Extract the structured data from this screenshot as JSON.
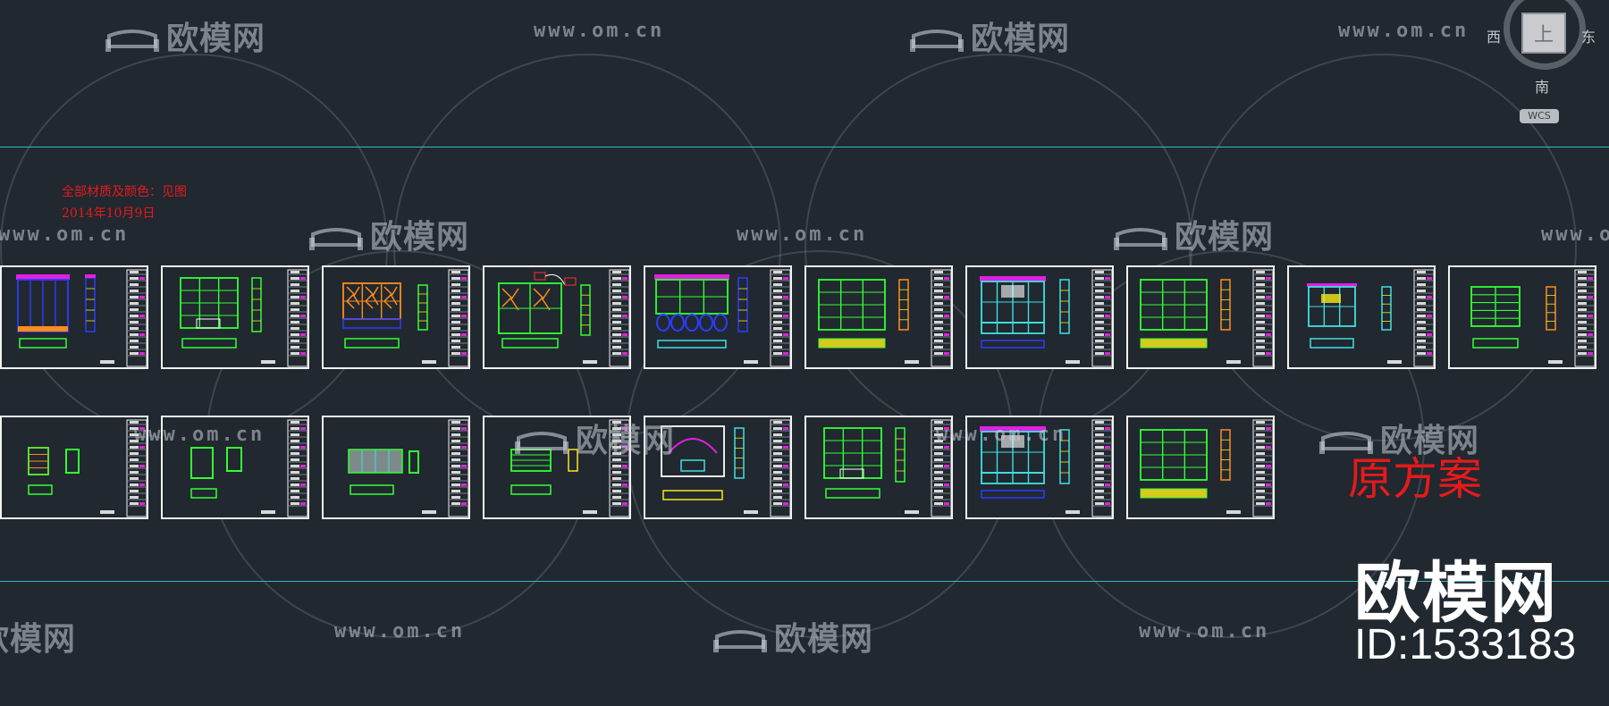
{
  "canvas": {
    "note_line1": "全部材质及颜色：见图",
    "note_line2": "2014年10月9日",
    "scheme_label": "原方案"
  },
  "watermark": {
    "brand": "欧模网",
    "url": "www.om.cn",
    "big_brand": "欧模网",
    "id_text": "ID:1533183"
  },
  "viewcube": {
    "face": "上",
    "west": "西",
    "east": "东",
    "south": "南",
    "coord_system": "WCS"
  },
  "sheets_row1": [
    {
      "variant": "tall-blue"
    },
    {
      "variant": "green-frame"
    },
    {
      "variant": "orange-lattice"
    },
    {
      "variant": "orange-green-lattice"
    },
    {
      "variant": "decorative-ovals"
    },
    {
      "variant": "green-shelves"
    },
    {
      "variant": "cyan-cabinet"
    },
    {
      "variant": "green-shelves"
    },
    {
      "variant": "cyan-small"
    },
    {
      "variant": "green-shelves-small"
    }
  ],
  "sheets_row2": [
    {
      "variant": "small-orange"
    },
    {
      "variant": "small-green"
    },
    {
      "variant": "small-grey"
    },
    {
      "variant": "small-green-drawers"
    },
    {
      "variant": "white-arch"
    },
    {
      "variant": "green-frame"
    },
    {
      "variant": "cyan-cabinet"
    },
    {
      "variant": "green-shelves"
    }
  ],
  "colors": {
    "background": "#212830",
    "guide": "#36b7bf",
    "annotation_red": "#e51a1a",
    "cad_green": "#32ff32",
    "cad_blue": "#2b3cff",
    "cad_cyan": "#3fe0e0",
    "cad_orange": "#ff8c1a",
    "cad_magenta": "#e020e0",
    "cad_yellow": "#f5e81a"
  }
}
